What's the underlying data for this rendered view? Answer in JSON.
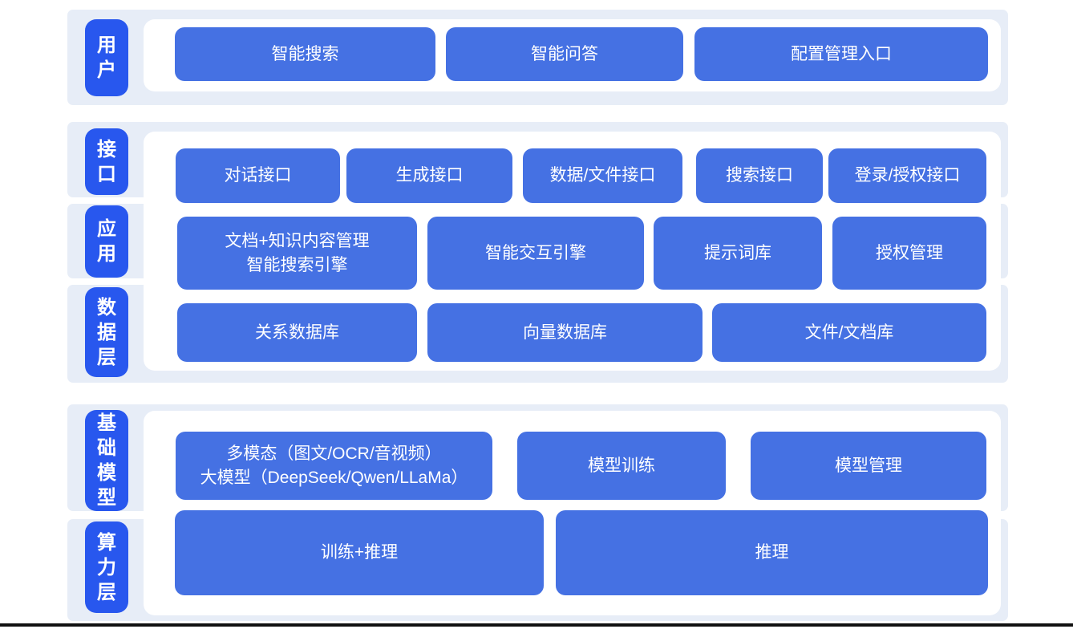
{
  "colors": {
    "tab_bg": "#2857ee",
    "box_bg": "#4571e3",
    "band_bg": "#e7edf7",
    "panel_bg": "#ffffff",
    "text": "#ffffff",
    "bottom_bar": "#111111"
  },
  "layers": {
    "user": {
      "tab": "用\n户",
      "boxes": [
        "智能搜索",
        "智能问答",
        "配置管理入口"
      ]
    },
    "middle": {
      "tabs": [
        "接\n口",
        "应\n用",
        "数\n据\n层"
      ],
      "row1": [
        "对话接口",
        "生成接口",
        "数据/文件接口",
        "搜索接口",
        "登录/授权接口"
      ],
      "row2": [
        "文档+知识内容管理\n智能搜索引擎",
        "智能交互引擎",
        "提示词库",
        "授权管理"
      ],
      "row3": [
        "关系数据库",
        "向量数据库",
        "文件/文档库"
      ]
    },
    "bottom": {
      "tabs": [
        "基\n础\n模\n型",
        "算\n力\n层"
      ],
      "row1": [
        "多模态（图文/OCR/音视频）\n大模型（DeepSeek/Qwen/LLaMa）",
        "模型训练",
        "模型管理"
      ],
      "row2": [
        "训练+推理",
        "推理"
      ]
    }
  }
}
